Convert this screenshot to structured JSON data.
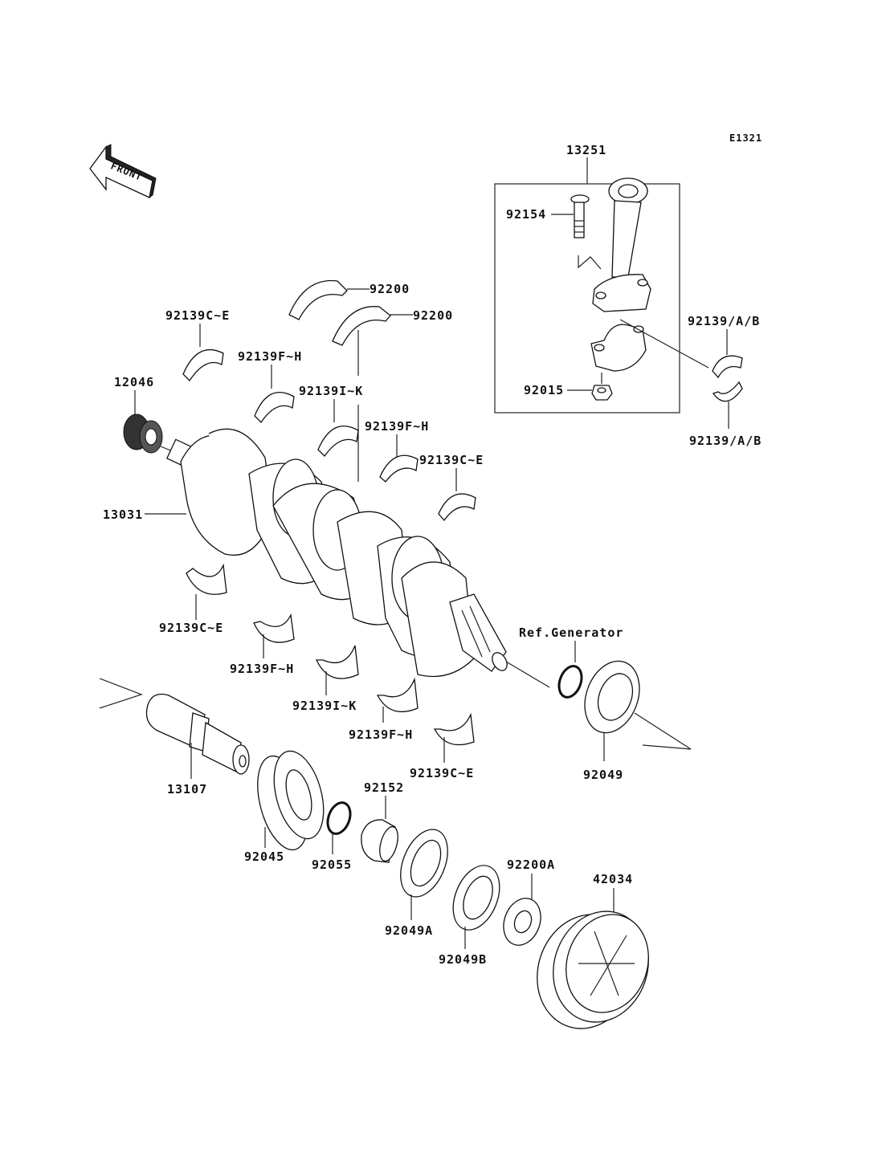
{
  "diagram": {
    "code": "E1321",
    "front_label": "FRONT",
    "assembly_box_label": "13251",
    "ref_note": "Ref.Generator",
    "parts": {
      "p92200a": "92200",
      "p92200b": "92200",
      "p92139ce_1": "92139C~E",
      "p92139fh_1": "92139F~H",
      "p92139ik_1": "92139I~K",
      "p92139fh_2": "92139F~H",
      "p92139ce_2": "92139C~E",
      "p12046": "12046",
      "p13031": "13031",
      "p92139ce_3": "92139C~E",
      "p92139fh_3": "92139F~H",
      "p92139ik_2": "92139I~K",
      "p92139fh_4": "92139F~H",
      "p92139ce_4": "92139C~E",
      "p13107": "13107",
      "p92045": "92045",
      "p92055": "92055",
      "p92152": "92152",
      "p92049A": "92049A",
      "p92049B": "92049B",
      "p92200A": "92200A",
      "p42034": "42034",
      "p92049": "92049",
      "p92154": "92154",
      "p92015": "92015",
      "p92139ab_1": "92139/A/B",
      "p92139ab_2": "92139/A/B"
    }
  }
}
